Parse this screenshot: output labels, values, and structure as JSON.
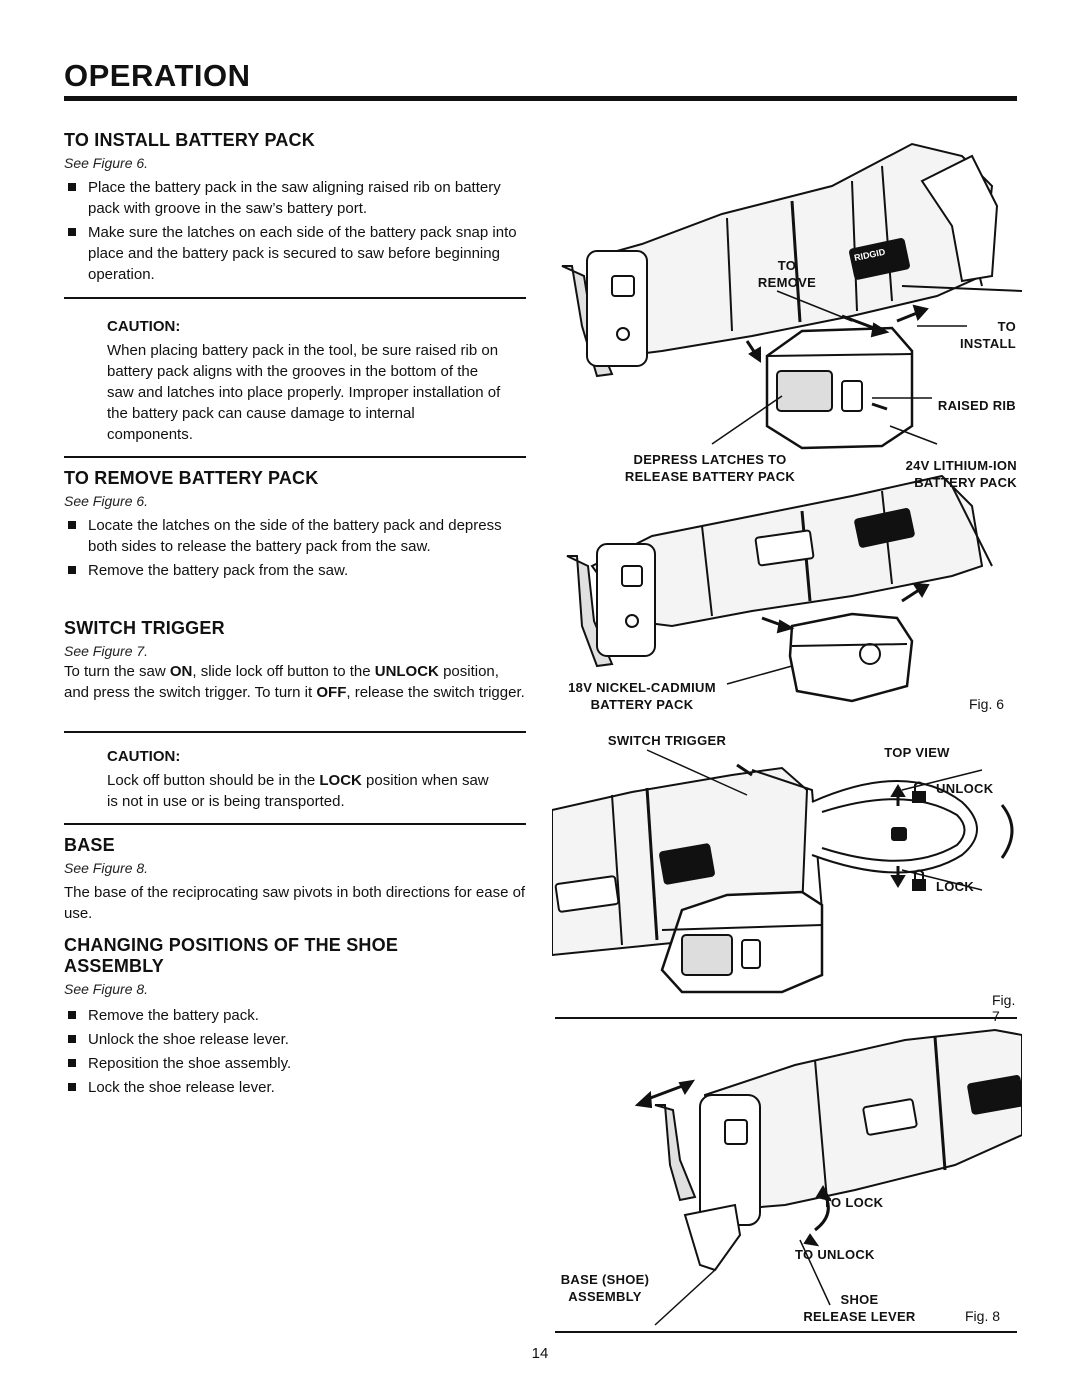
{
  "page": {
    "title": "OPERATION",
    "number": "14"
  },
  "install": {
    "heading": "TO INSTALL BATTERY PACK",
    "see": "See Figure 6.",
    "bullets": [
      "Place the battery pack in the saw aligning raised rib on battery pack with groove in the saw’s battery port.",
      "Make sure the latches on each side of the battery pack snap into place and the battery pack is secured to saw before beginning operation."
    ],
    "caution_heading": "CAUTION:",
    "caution_text": "When placing battery pack in the tool, be sure raised rib on battery pack aligns with the grooves in the bottom of the saw and latches into place properly. Improper installation of the battery pack can cause damage to internal components."
  },
  "remove": {
    "heading": "TO REMOVE BATTERY PACK",
    "see": "See Figure 6.",
    "bullets": [
      "Locate the latches on the side of the battery pack and depress both sides to release the battery pack from the saw.",
      "Remove the battery pack from the saw."
    ]
  },
  "switch": {
    "heading": "SWITCH TRIGGER",
    "see": "See Figure 7.",
    "text_a": "To turn the saw ",
    "on": "ON",
    "text_b": ", slide lock off button to the ",
    "unlock": "UNLOCK",
    "text_c": " position, and press the switch trigger. To turn it ",
    "off": "OFF",
    "text_d": ", release the switch trigger.",
    "caution_heading": "CAUTION:",
    "caution_a": "Lock off button should be in the ",
    "caution_lock": "LOCK",
    "caution_b": " position when saw is not in use or is being transported."
  },
  "base": {
    "heading": "BASE",
    "see": "See Figure 8.",
    "text": "The base of the reciprocating saw pivots in both directions for ease of use."
  },
  "shoe": {
    "heading_1": "CHANGING POSITIONS OF THE SHOE",
    "heading_2": "ASSEMBLY",
    "see": "See Figure 8.",
    "bullets": [
      "Remove the battery pack.",
      "Unlock the shoe release lever.",
      "Reposition the shoe assembly.",
      "Lock the shoe release lever."
    ]
  },
  "fig6": {
    "to": "TO",
    "remove": "REMOVE",
    "install": "INSTALL",
    "raised_rib": "RAISED RIB",
    "depress_1": "DEPRESS LATCHES TO",
    "depress_2": "RELEASE BATTERY PACK",
    "liion_1": "24V LITHIUM-ION",
    "liion_2": "BATTERY PACK",
    "nicad_1": "18V NICKEL-CADMIUM",
    "nicad_2": "BATTERY PACK",
    "tag": "Fig. 6",
    "brand": "RIDGID"
  },
  "fig7": {
    "switch_trigger": "SWITCH TRIGGER",
    "top_view": "TOP VIEW",
    "unlock": "UNLOCK",
    "lock": "LOCK",
    "tag": "Fig. 7"
  },
  "fig8": {
    "to_lock": "TO LOCK",
    "to_unlock": "TO UNLOCK",
    "base_1": "BASE (SHOE)",
    "base_2": "ASSEMBLY",
    "shoe_1": "SHOE",
    "shoe_2": "RELEASE LEVER",
    "tag": "Fig. 8"
  }
}
